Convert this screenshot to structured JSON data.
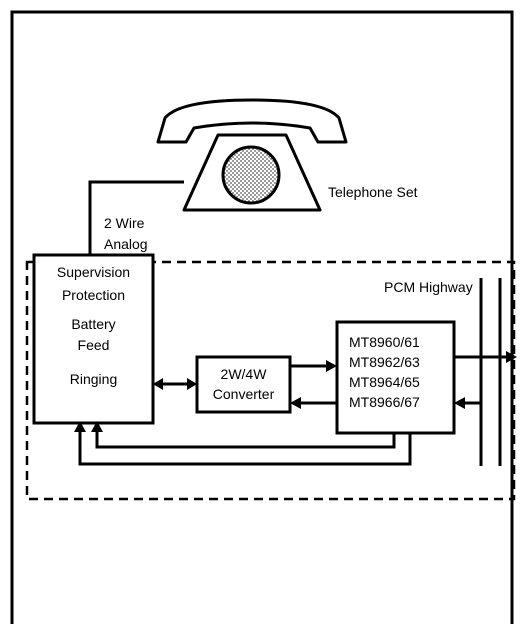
{
  "telephone_set": {
    "label": "Telephone Set"
  },
  "analog_line": {
    "label_line1": "2 Wire",
    "label_line2": "Analog"
  },
  "highway": {
    "label": "PCM Highway"
  },
  "slic_block": {
    "line1": "Supervision",
    "line2": "Protection",
    "line3": "Battery",
    "line4": "Feed",
    "line5": "Ringing"
  },
  "converter_block": {
    "line1": "2W/4W",
    "line2": "Converter"
  },
  "codec_block": {
    "parts": [
      "MT8960/61",
      "MT8962/63",
      "MT8964/65",
      "MT8966/67"
    ]
  }
}
